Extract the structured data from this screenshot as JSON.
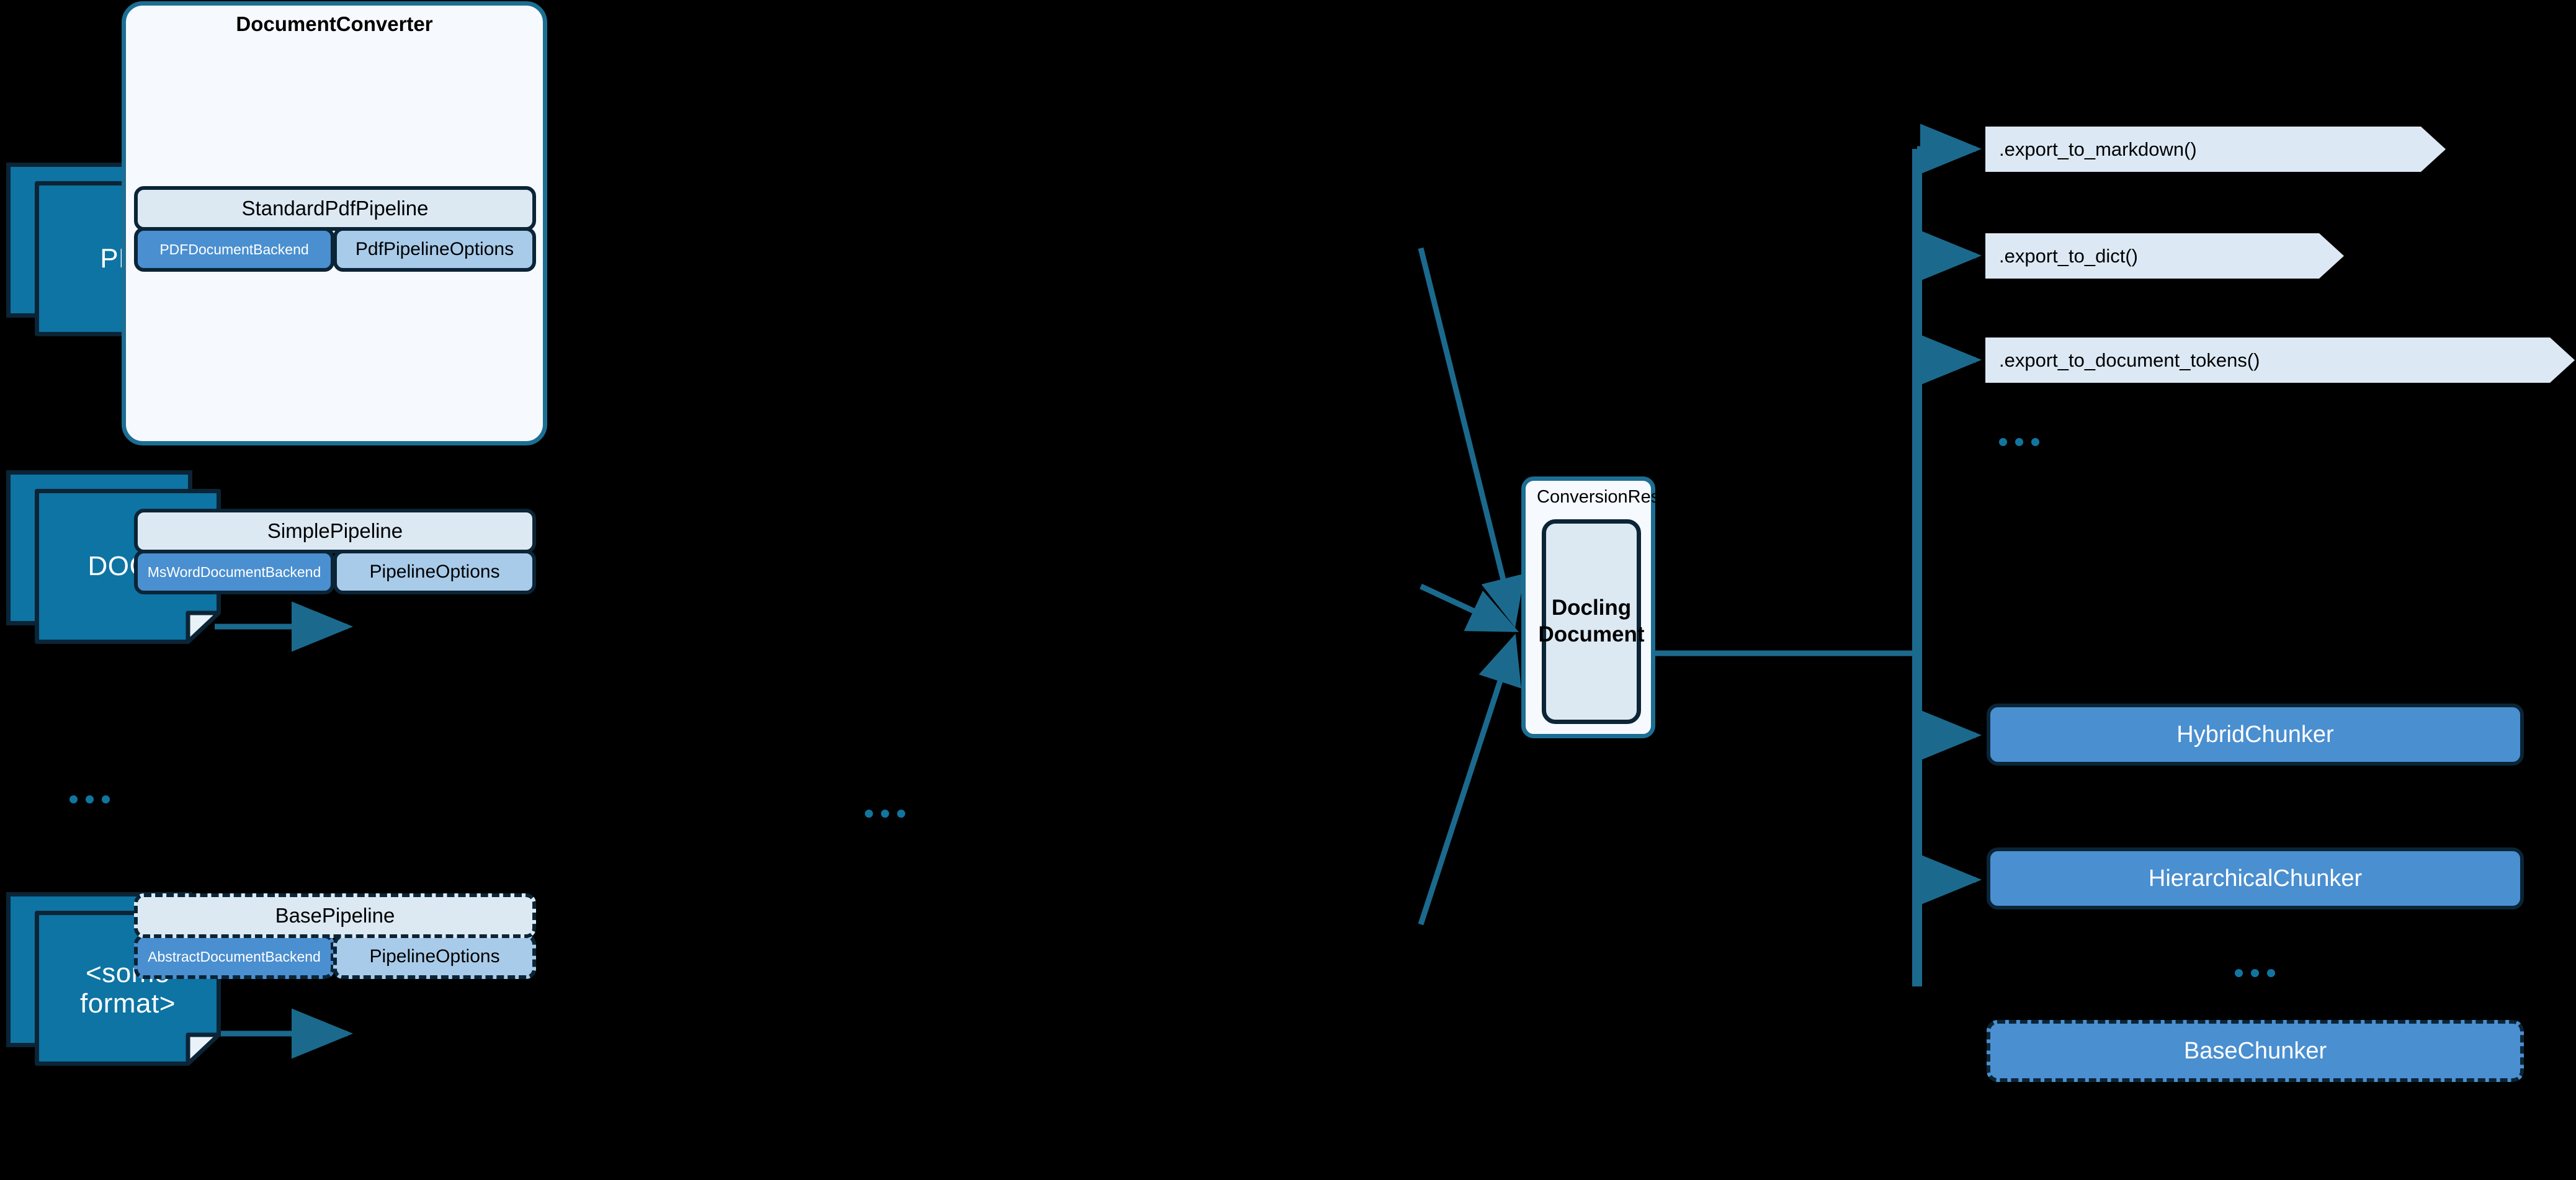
{
  "diagram": {
    "title": "Docling architecture",
    "colors": {
      "background": "#000000",
      "doc_fill": "#0d74a3",
      "doc_border": "#0b2436",
      "container_fill": "#f6f9fd",
      "container_border": "#1c6e93",
      "pipeline_fill": "#dce9f3",
      "backend_fill": "#4a8fd0",
      "options_fill": "#a8cbea",
      "banner_fill": "#dce9f5",
      "arrow": "#1b6a8e",
      "dots": "#1275a0",
      "box_border": "#0b2436"
    }
  },
  "inputs": {
    "items": [
      {
        "label": "PDF"
      },
      {
        "label": "DOCX"
      },
      {
        "label": "<some\nformat>"
      }
    ],
    "ellipsis": "..."
  },
  "converter": {
    "title": "DocumentConverter",
    "ellipsis": "...",
    "pipelines": [
      {
        "name": "StandardPdfPipeline",
        "backend": "PDFDocumentBackend",
        "options": "PdfPipelineOptions",
        "style": "solid"
      },
      {
        "name": "SimplePipeline",
        "backend": "MsWordDocumentBackend",
        "options": "PipelineOptions",
        "style": "solid"
      },
      {
        "name": "BasePipeline",
        "backend": "AbstractDocumentBackend",
        "options": "PipelineOptions",
        "style": "dashed"
      }
    ]
  },
  "conversion_result": {
    "label": "ConversionResult",
    "document": "Docling\nDocument"
  },
  "exports": {
    "items": [
      {
        "label": ".export_to_markdown()"
      },
      {
        "label": ".export_to_dict()"
      },
      {
        "label": ".export_to_document_tokens()"
      }
    ],
    "ellipsis": "..."
  },
  "chunkers": {
    "items": [
      {
        "label": "HybridChunker",
        "style": "solid"
      },
      {
        "label": "HierarchicalChunker",
        "style": "solid"
      },
      {
        "label": "BaseChunker",
        "style": "dashed"
      }
    ],
    "ellipsis": "..."
  }
}
